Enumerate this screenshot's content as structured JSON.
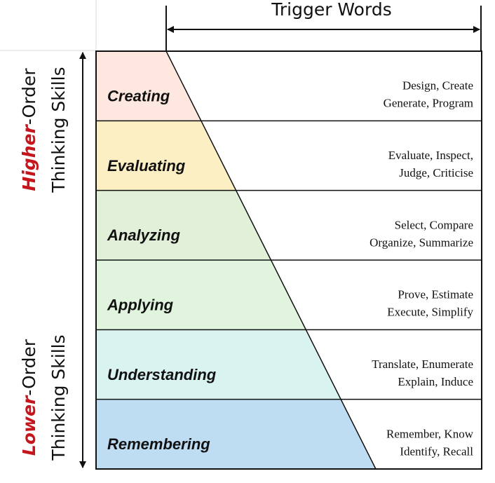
{
  "header": {
    "trigger_words_label": "Trigger Words"
  },
  "side_labels": {
    "higher": {
      "accent": "Higher",
      "rest": "-Order",
      "line2": "Thinking Skills"
    },
    "lower": {
      "accent": "Lower",
      "rest": "-Order",
      "line2": "Thinking Skills"
    }
  },
  "levels": [
    {
      "name": "Creating",
      "color": "#fde7df",
      "triggers": [
        "Design, Create",
        "Generate, Program"
      ]
    },
    {
      "name": "Evaluating",
      "color": "#fdefc4",
      "triggers": [
        "Evaluate, Inspect,",
        "Judge, Criticise"
      ]
    },
    {
      "name": "Analyzing",
      "color": "#e2f0d9",
      "triggers": [
        "Select, Compare",
        "Organize, Summarize"
      ]
    },
    {
      "name": "Applying",
      "color": "#e1f5de",
      "triggers": [
        "Prove, Estimate",
        "Execute, Simplify"
      ]
    },
    {
      "name": "Understanding",
      "color": "#d9f3f1",
      "triggers": [
        "Translate, Enumerate",
        "Explain, Induce"
      ]
    },
    {
      "name": "Remembering",
      "color": "#bedcf2",
      "triggers": [
        "Remember, Know",
        "Identify, Recall"
      ]
    }
  ]
}
